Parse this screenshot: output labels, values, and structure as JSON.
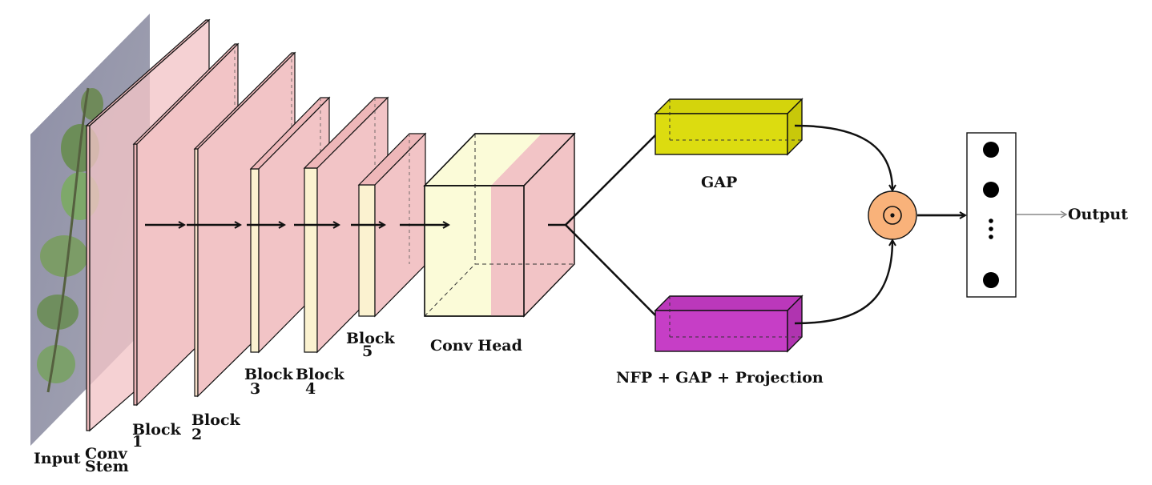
{
  "colors": {
    "block_fill": "#f2c4c6",
    "block_side": "#eeb7b9",
    "head_yellow": "#fbfbd8",
    "gap_box": "#dcdc10",
    "nfp_box": "#c63ec6",
    "hadamard": "#f9b27a",
    "stroke": "#111111"
  },
  "stages": {
    "input": "Input",
    "conv_stem": [
      "Conv",
      "Stem"
    ],
    "block1": [
      "Block",
      "1"
    ],
    "block2": [
      "Block",
      "2"
    ],
    "block3": [
      "Block",
      "3"
    ],
    "block4": [
      "Block",
      "4"
    ],
    "block5": [
      "Block",
      "5"
    ],
    "conv_head": "Conv Head"
  },
  "branches": {
    "gap": "GAP",
    "nfp": "NFP + GAP + Projection"
  },
  "fusion": {
    "symbol": "⊙",
    "icon": "hadamard-product-icon"
  },
  "output": {
    "label": "Output",
    "dot_count_visible": 3,
    "ellipsis": "⋮"
  }
}
